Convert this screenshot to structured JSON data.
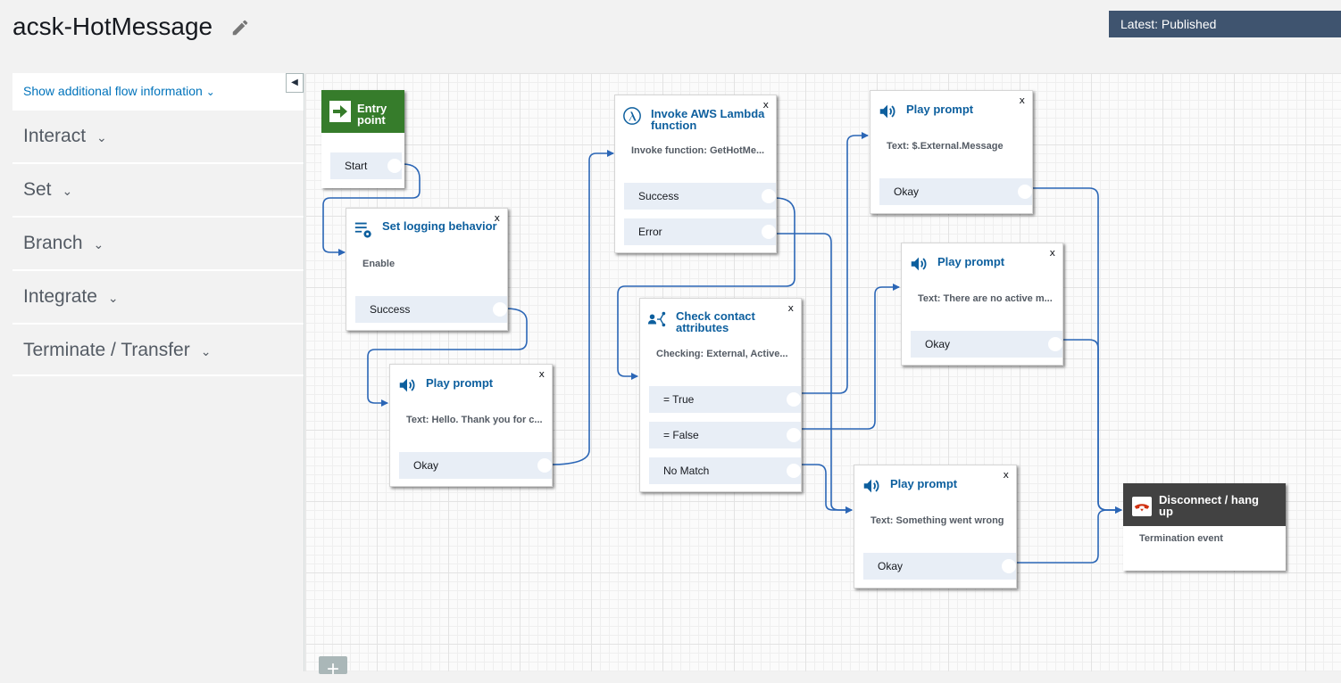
{
  "header": {
    "title": "acsk-HotMessage",
    "status": "Latest: Published"
  },
  "sidebar": {
    "show_info": "Show additional flow information",
    "groups": [
      "Interact",
      "Set",
      "Branch",
      "Integrate",
      "Terminate / Transfer"
    ]
  },
  "blocks": {
    "entry": {
      "title_l1": "Entry",
      "title_l2": "point",
      "branch": "Start"
    },
    "logging": {
      "title": "Set logging behavior",
      "sub": "Enable",
      "branch": "Success"
    },
    "prompt_hello": {
      "title": "Play prompt",
      "sub": "Text: Hello. Thank you for c...",
      "branch": "Okay"
    },
    "lambda": {
      "title_l1": "Invoke AWS Lambda",
      "title_l2": "function",
      "sub": "Invoke function: GetHotMe...",
      "branches": [
        "Success",
        "Error"
      ]
    },
    "check": {
      "title_l1": "Check contact",
      "title_l2": "attributes",
      "sub": "Checking: External, Active...",
      "branches": [
        "= True",
        "= False",
        "No Match"
      ]
    },
    "prompt_external": {
      "title": "Play prompt",
      "sub": "Text: $.External.Message",
      "branch": "Okay"
    },
    "prompt_none": {
      "title": "Play prompt",
      "sub": "Text: There are no active m...",
      "branch": "Okay"
    },
    "prompt_wrong": {
      "title": "Play prompt",
      "sub": "Text: Something went wrong",
      "branch": "Okay"
    },
    "disconnect": {
      "title_l1": "Disconnect / hang",
      "title_l2": "up",
      "sub": "Termination event"
    },
    "close_label": "x"
  },
  "icons": {
    "edit": "pencil-icon",
    "entry": "arrow-right-icon",
    "logging": "logging-settings-icon",
    "prompt": "speaker-icon",
    "lambda": "lambda-icon",
    "check": "branch-people-icon",
    "disconnect": "hang-up-phone-icon",
    "collapse": "caret-left-icon",
    "zoom": "plus-icon"
  },
  "colors": {
    "accent_blue": "#0d5f9e",
    "wire": "#2b66b6",
    "entry_green": "#367c2b",
    "disconnect_dark": "#424242",
    "badge": "#3f546f"
  }
}
